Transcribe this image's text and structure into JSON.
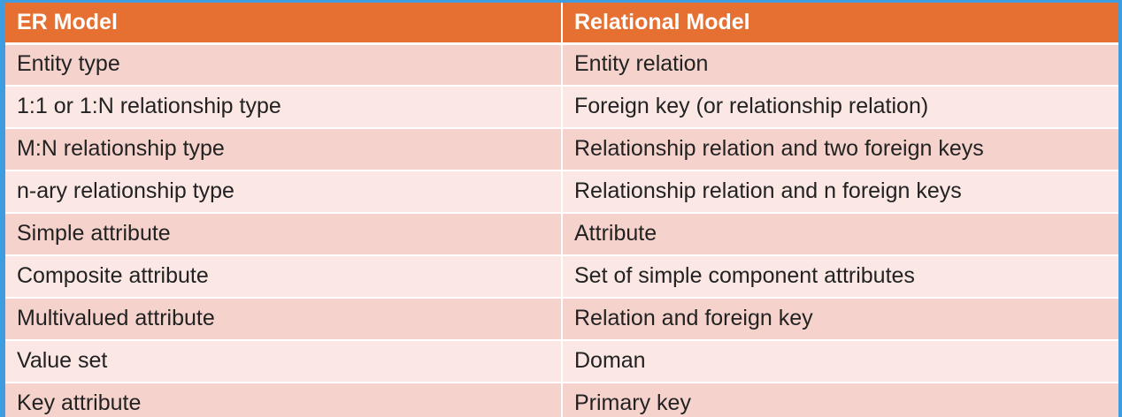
{
  "table": {
    "headers": [
      "ER Model",
      "Relational Model"
    ],
    "rows": [
      [
        "Entity type",
        "Entity relation"
      ],
      [
        "1:1 or 1:N relationship type",
        "Foreign key (or relationship relation)"
      ],
      [
        "M:N relationship type",
        "Relationship relation and two foreign keys"
      ],
      [
        "n-ary relationship type",
        "Relationship relation and n foreign keys"
      ],
      [
        "Simple attribute",
        "Attribute"
      ],
      [
        "Composite attribute",
        "Set of simple component attributes"
      ],
      [
        "Multivalued attribute",
        "Relation and foreign key"
      ],
      [
        "Value set",
        "Doman"
      ],
      [
        "Key attribute",
        "Primary key"
      ]
    ]
  },
  "colors": {
    "header_bg": "#e57032",
    "row_dark": "#f5d3cc",
    "row_light": "#fbe8e4",
    "border": "#3d9de0"
  }
}
